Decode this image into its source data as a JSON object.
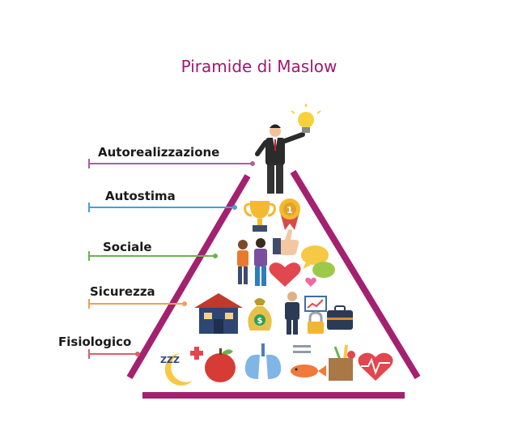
{
  "title": "Piramide di Maslow",
  "levels": [
    {
      "label": "Autorealizzazione",
      "color": "#a8629a"
    },
    {
      "label": "Autostima",
      "color": "#4a9fd6"
    },
    {
      "label": "Sociale",
      "color": "#6db24f"
    },
    {
      "label": "Sicurezza",
      "color": "#f2a057"
    },
    {
      "label": "Fisiologico",
      "color": "#d9606b"
    }
  ],
  "icons": {
    "level_1": [
      "businessman-icon",
      "lightbulb-icon"
    ],
    "level_2": [
      "trophy-icon",
      "medal-icon"
    ],
    "level_3": [
      "couple-icon",
      "thumbs-up-icon",
      "speech-bubbles-icon",
      "hearts-icon"
    ],
    "level_4": [
      "house-icon",
      "money-bag-icon",
      "worker-icon",
      "growth-chart-icon",
      "padlock-icon",
      "briefcase-icon"
    ],
    "level_5": [
      "sleep-moon-icon",
      "medical-cross-icon",
      "apple-icon",
      "lungs-icon",
      "fish-icon",
      "groceries-bag-icon",
      "heartbeat-icon"
    ]
  },
  "medal_text": "1",
  "sleep_text": "ZZZ",
  "colors": {
    "title": "#a0186e",
    "pyramid": "#a3216e"
  }
}
